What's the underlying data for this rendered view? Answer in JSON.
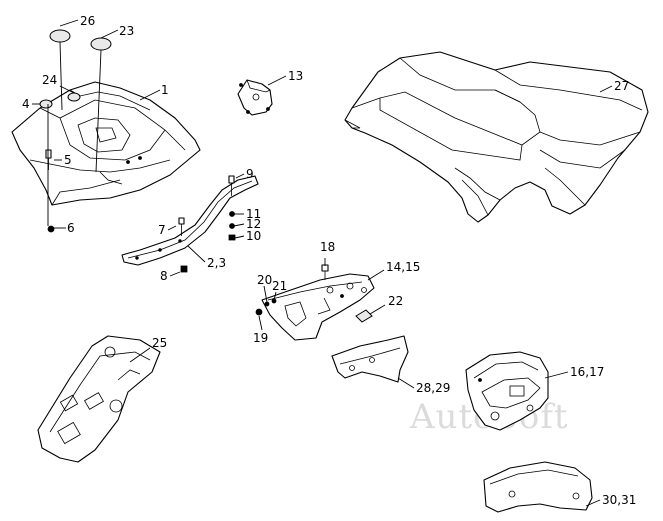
{
  "labels": {
    "l1": "1",
    "l2_3": "2,3",
    "l4": "4",
    "l5": "5",
    "l6": "6",
    "l7": "7",
    "l8": "8",
    "l9": "9",
    "l10": "10",
    "l11": "11",
    "l12": "12",
    "l13": "13",
    "l14_15": "14,15",
    "l16_17": "16,17",
    "l18": "18",
    "l19": "19",
    "l20": "20",
    "l21": "21",
    "l22": "22",
    "l23": "23",
    "l24": "24",
    "l25": "25",
    "l26": "26",
    "l27": "27",
    "l28_29": "28,29",
    "l30_31": "30,31"
  },
  "watermark": "AutoSoft",
  "colors": {
    "line": "#000000",
    "background": "#ffffff",
    "watermark": "#cfcfcf"
  }
}
